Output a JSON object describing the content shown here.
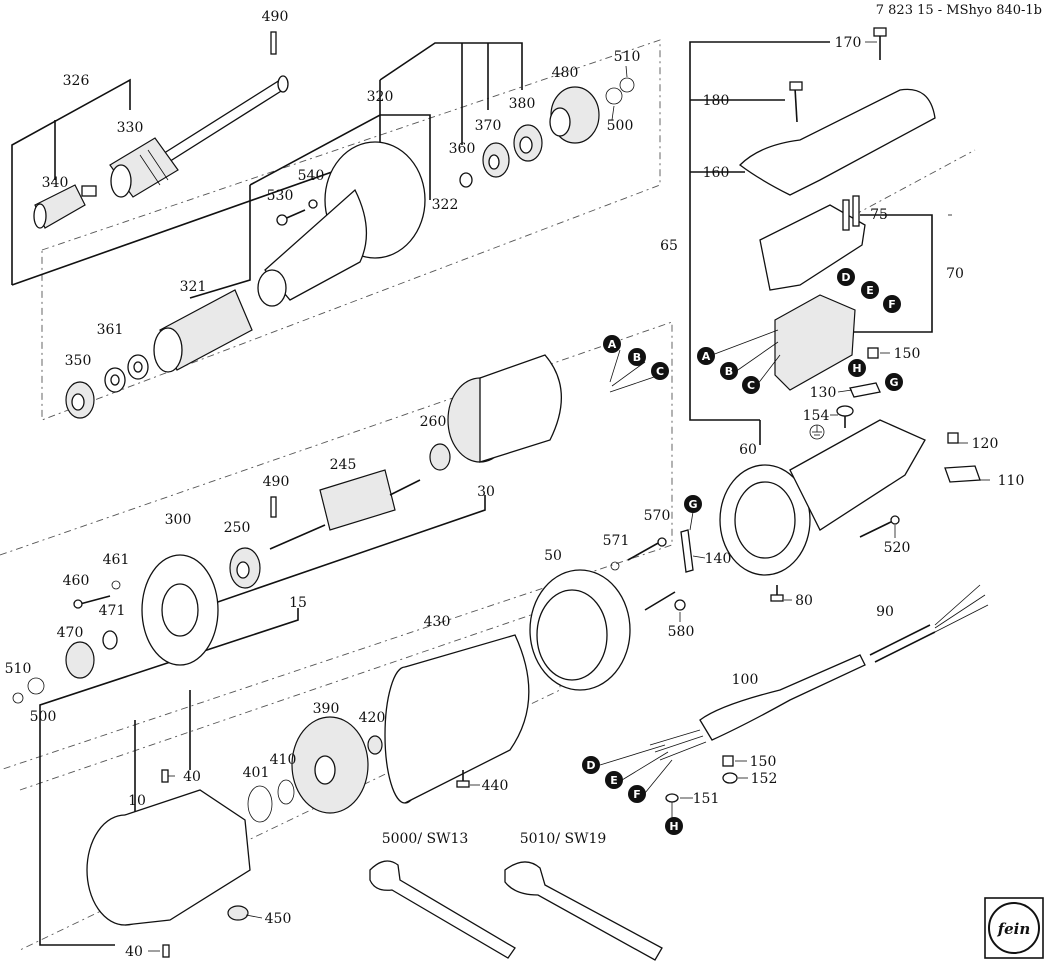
{
  "header": {
    "drawing_id": "7 823 15 - MShyo 840-1b"
  },
  "labels": {
    "p490a": "490",
    "p326": "326",
    "p330": "330",
    "p340": "340",
    "p320": "320",
    "p530": "530",
    "p540": "540",
    "p322": "322",
    "p321": "321",
    "p361": "361",
    "p350": "350",
    "p360": "360",
    "p370": "370",
    "p380": "380",
    "p480": "480",
    "p510a": "510",
    "p500a": "500",
    "p170": "170",
    "p180": "180",
    "p160": "160",
    "p75": "75",
    "p70": "70",
    "p65": "65",
    "p150a": "150",
    "p130": "130",
    "p154": "154",
    "p120": "120",
    "p110": "110",
    "p60": "60",
    "p520": "520",
    "p80": "80",
    "p260": "260",
    "p245": "245",
    "p490b": "490",
    "p30": "30",
    "p300": "300",
    "p250": "250",
    "p461": "461",
    "p460": "460",
    "p471": "471",
    "p470": "470",
    "p510b": "510",
    "p500b": "500",
    "p15": "15",
    "p570": "570",
    "p571": "571",
    "p140": "140",
    "p50": "50",
    "p580": "580",
    "p430": "430",
    "p90": "90",
    "p100": "100",
    "p390": "390",
    "p420": "420",
    "p401": "401",
    "p410": "410",
    "p40a": "40",
    "p10": "10",
    "p440": "440",
    "p150b": "150",
    "p152": "152",
    "p151": "151",
    "p450": "450",
    "p40b": "40",
    "wrench1": "5000/ SW13",
    "wrench2": "5010/ SW19"
  },
  "wire_markers": {
    "a1": "A",
    "b1": "B",
    "c1": "C",
    "d1": "D",
    "e1": "E",
    "f1": "F",
    "a2": "A",
    "b2": "B",
    "c2": "C",
    "h1": "H",
    "g1": "G",
    "g2": "G",
    "d2": "D",
    "e2": "E",
    "f2": "F",
    "h2": "H"
  },
  "logo": {
    "text": "fein"
  },
  "colors": {
    "ink": "#111111",
    "background": "#ffffff",
    "marker_fill": "#111111"
  }
}
